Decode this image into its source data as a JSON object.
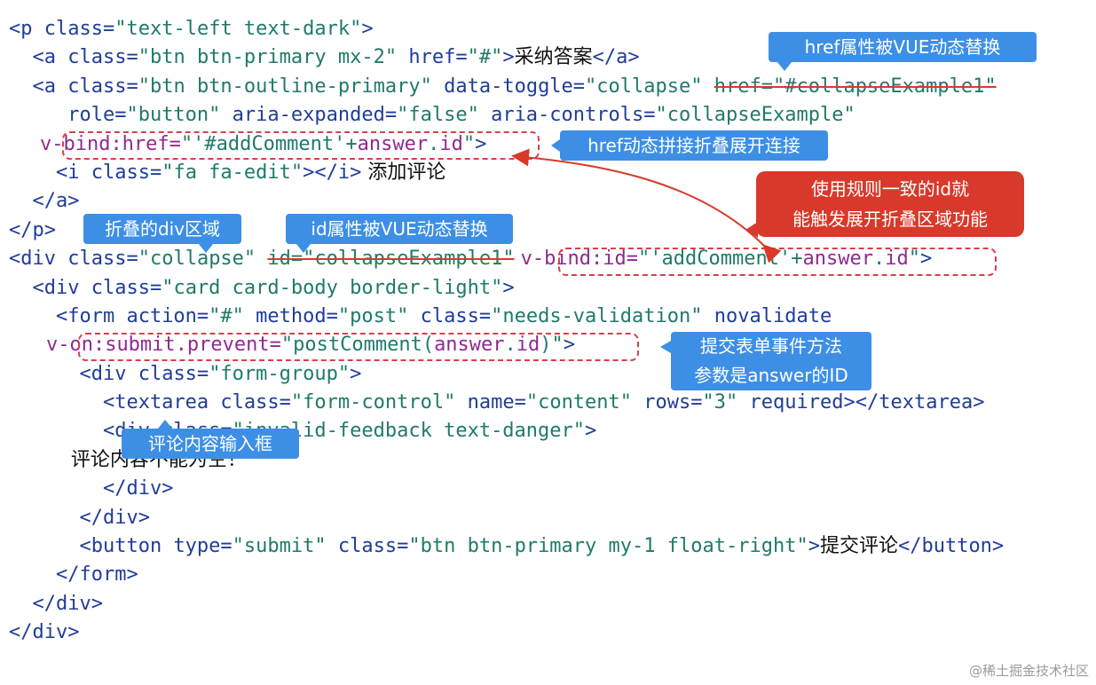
{
  "code_lines": [
    [
      [
        "t-tag",
        "<p "
      ],
      [
        "t-attr",
        "class="
      ],
      [
        "t-str",
        "\"text-left text-dark\""
      ],
      [
        "t-tag",
        ">"
      ]
    ],
    [
      [
        "t-tag",
        "  <a "
      ],
      [
        "t-attr",
        "class="
      ],
      [
        "t-str",
        "\"btn btn-primary mx-2\""
      ],
      [
        "t-attr",
        " href="
      ],
      [
        "t-str",
        "\"#\""
      ],
      [
        "t-tag",
        ">"
      ],
      [
        "t-text",
        "采纳答案"
      ],
      [
        "t-tag",
        "</a>"
      ]
    ],
    [
      [
        "t-tag",
        "  <a "
      ],
      [
        "t-attr",
        "class="
      ],
      [
        "t-str",
        "\"btn btn-outline-primary\""
      ],
      [
        "t-attr",
        " data-toggle="
      ],
      [
        "t-str",
        "\"collapse\" "
      ],
      [
        "t-strike",
        "href=\"#collapseExample1\""
      ]
    ],
    [
      [
        "t-attr",
        "     role="
      ],
      [
        "t-str",
        "\"button\""
      ],
      [
        "t-attr",
        " aria-expanded="
      ],
      [
        "t-str",
        "\"false\""
      ],
      [
        "t-attr",
        " aria-controls="
      ],
      [
        "t-str",
        "\"collapseExample\""
      ]
    ],
    [
      [
        "t-text",
        "     "
      ],
      [
        "t-vattr",
        "v-bind:href="
      ],
      [
        "t-str",
        "\"'#addComment'+"
      ],
      [
        "t-vattr",
        "answer"
      ],
      [
        "t-str",
        "."
      ],
      [
        "t-vattr",
        "id"
      ],
      [
        "t-str",
        "\""
      ],
      [
        "t-tag",
        ">"
      ]
    ],
    [
      [
        "t-tag",
        "    <i "
      ],
      [
        "t-attr",
        "class="
      ],
      [
        "t-str",
        "\"fa fa-edit\""
      ],
      [
        "t-tag",
        "></i>"
      ],
      [
        "t-text",
        " 添加评论"
      ]
    ],
    [
      [
        "t-tag",
        "  </a>"
      ]
    ],
    [
      [
        "t-tag",
        "</p>"
      ]
    ],
    [
      [
        "t-tag",
        "<div "
      ],
      [
        "t-attr",
        "class="
      ],
      [
        "t-str",
        "\"collapse\" "
      ],
      [
        "t-strike",
        "id=\"collapseExample1\""
      ],
      [
        "t-text",
        " "
      ],
      [
        "t-vattr",
        "v-bind:id="
      ],
      [
        "t-str",
        "\"'addComment'+"
      ],
      [
        "t-vattr",
        "answer"
      ],
      [
        "t-str",
        "."
      ],
      [
        "t-vattr",
        "id"
      ],
      [
        "t-str",
        "\""
      ],
      [
        "t-tag",
        ">"
      ]
    ],
    [
      [
        "t-tag",
        "  <div "
      ],
      [
        "t-attr",
        "class="
      ],
      [
        "t-str",
        "\"card card-body border-light\""
      ],
      [
        "t-tag",
        ">"
      ]
    ],
    [
      [
        "t-tag",
        "    <form "
      ],
      [
        "t-attr",
        "action="
      ],
      [
        "t-str",
        "\"#\""
      ],
      [
        "t-attr",
        " method="
      ],
      [
        "t-str",
        "\"post\""
      ],
      [
        "t-attr",
        " class="
      ],
      [
        "t-str",
        "\"needs-validation\""
      ],
      [
        "t-attr",
        " novalidate"
      ]
    ],
    [
      [
        "t-text",
        "      "
      ],
      [
        "t-vattr",
        "v-on:submit.prevent="
      ],
      [
        "t-str",
        "\"postComment("
      ],
      [
        "t-vattr",
        "answer"
      ],
      [
        "t-str",
        "."
      ],
      [
        "t-vattr",
        "id"
      ],
      [
        "t-str",
        ")\""
      ],
      [
        "t-tag",
        ">"
      ]
    ],
    [
      [
        "t-tag",
        "      <div "
      ],
      [
        "t-attr",
        "class="
      ],
      [
        "t-str",
        "\"form-group\""
      ],
      [
        "t-tag",
        ">"
      ]
    ],
    [
      [
        "t-tag",
        "        <textarea "
      ],
      [
        "t-attr",
        "class="
      ],
      [
        "t-str",
        "\"form-control\""
      ],
      [
        "t-attr",
        " name="
      ],
      [
        "t-str",
        "\"content\""
      ],
      [
        "t-attr",
        " rows="
      ],
      [
        "t-str",
        "\"3\""
      ],
      [
        "t-attr",
        " required"
      ],
      [
        "t-tag",
        "></textarea>"
      ]
    ],
    [
      [
        "t-tag",
        "        <div "
      ],
      [
        "t-attr",
        "class="
      ],
      [
        "t-str",
        "\"invalid-feedback text-danger\""
      ],
      [
        "t-tag",
        ">"
      ]
    ],
    [
      [
        "t-text",
        "          评论内容不能为空！"
      ]
    ],
    [
      [
        "t-tag",
        "        </div>"
      ]
    ],
    [
      [
        "t-tag",
        "      </div>"
      ]
    ],
    [
      [
        "t-tag",
        "      <button "
      ],
      [
        "t-attr",
        "type="
      ],
      [
        "t-str",
        "\"submit\""
      ],
      [
        "t-attr",
        " class="
      ],
      [
        "t-str",
        "\"btn btn-primary my-1 float-right\""
      ],
      [
        "t-tag",
        ">"
      ],
      [
        "t-text",
        "提交评论"
      ],
      [
        "t-tag",
        "</button>"
      ]
    ],
    [
      [
        "t-tag",
        "    </form>"
      ]
    ],
    [
      [
        "t-tag",
        "  </div>"
      ]
    ],
    [
      [
        "t-tag",
        "</div>"
      ]
    ]
  ],
  "callouts": {
    "href_replaced": "href属性被VUE动态替换",
    "href_concat": "href动态拼接折叠展开连接",
    "id_rule": "使用规则一致的id就能触发展开折叠区域功能",
    "collapse_div": "折叠的div区域",
    "id_replaced": "id属性被VUE动态替换",
    "submit_method": "提交表单事件方法参数是answer的ID",
    "textarea_label": "评论内容输入框"
  },
  "colors": {
    "callout_blue": "#3d8fe6",
    "callout_red": "#d8392b",
    "dash_red": "#d6404a",
    "tag_blue": "#1f3d99",
    "string_teal": "#1f7a6a",
    "vue_purple": "#8e2a8f"
  },
  "watermark": "@稀土掘金技术社区"
}
